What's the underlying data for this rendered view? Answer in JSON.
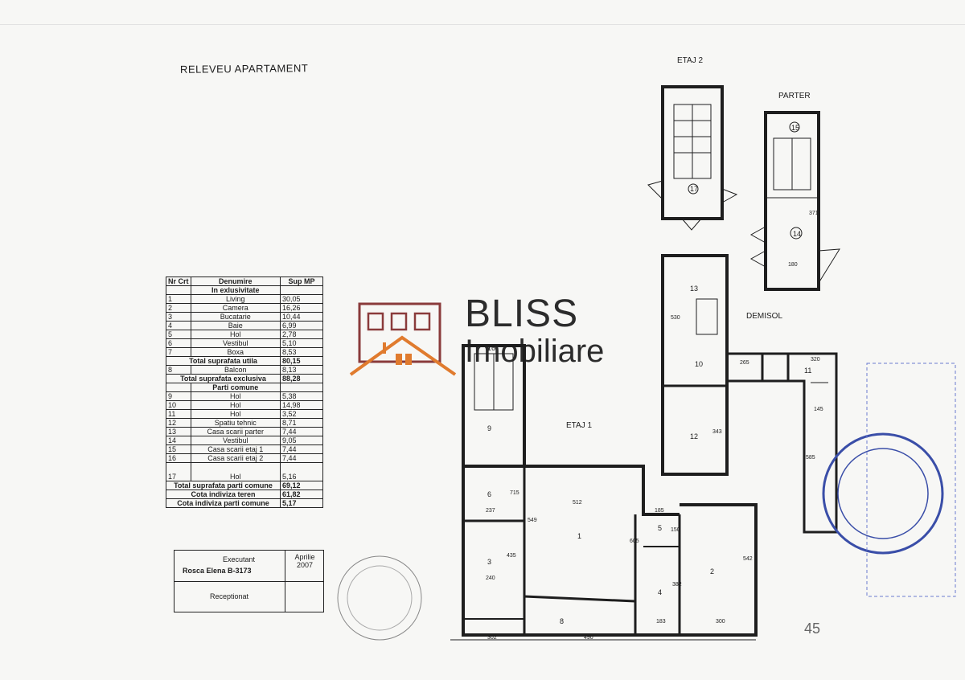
{
  "title": "RELEVEU APARTAMENT",
  "table": {
    "headers": [
      "Nr Crt",
      "Denumire",
      "Sup MP"
    ],
    "section_exclusive": "In exlusivitate",
    "exclusive_rows": [
      {
        "nr": "1",
        "name": "Living",
        "area": "30,05"
      },
      {
        "nr": "2",
        "name": "Camera",
        "area": "16,26"
      },
      {
        "nr": "3",
        "name": "Bucatarie",
        "area": "10,44"
      },
      {
        "nr": "4",
        "name": "Baie",
        "area": "6,99"
      },
      {
        "nr": "5",
        "name": "Hol",
        "area": "2,78"
      },
      {
        "nr": "6",
        "name": "Vestibul",
        "area": "5,10"
      },
      {
        "nr": "7",
        "name": "Boxa",
        "area": "8,53"
      }
    ],
    "total_useful_label": "Total suprafata utila",
    "total_useful_value": "80,15",
    "balcony_row": {
      "nr": "8",
      "name": "Balcon",
      "area": "8,13"
    },
    "total_exclusive_label": "Total suprafata exclusiva",
    "total_exclusive_value": "88,28",
    "section_common": "Parti comune",
    "common_rows": [
      {
        "nr": "9",
        "name": "Hol",
        "area": "5,38"
      },
      {
        "nr": "10",
        "name": "Hol",
        "area": "14,98"
      },
      {
        "nr": "11",
        "name": "Hol",
        "area": "3,52"
      },
      {
        "nr": "12",
        "name": "Spatiu tehnic",
        "area": "8,71"
      },
      {
        "nr": "13",
        "name": "Casa scarii parter",
        "area": "7,44"
      },
      {
        "nr": "14",
        "name": "Vestibul",
        "area": "9,05"
      },
      {
        "nr": "15",
        "name": "Casa scarii etaj 1",
        "area": "7,44"
      },
      {
        "nr": "16",
        "name": "Casa scarii etaj 2",
        "area": "7,44"
      },
      {
        "nr": "17",
        "name": "Hol",
        "area": "5,16"
      }
    ],
    "total_common_label": "Total suprafata parti comune",
    "total_common_value": "69,12",
    "quota_land_label": "Cota indiviza teren",
    "quota_land_value": "61,82",
    "quota_common_label": "Cota indiviza parti comune",
    "quota_common_value": "5,17"
  },
  "signature": {
    "executant_label": "Executant",
    "executant_name": "Rosca Elena  B-3173",
    "date": "Aprilie 2007",
    "received_label": "Receptionat"
  },
  "logo": {
    "name": "BLISS",
    "subtitle": "Imobiliare",
    "color": "#8a3b3b",
    "accent": "#e07b2e"
  },
  "plan": {
    "floor_2": "ETAJ 2",
    "ground": "PARTER",
    "basement": "DEMISOL",
    "floor_1": "ETAJ 1",
    "rooms": [
      "1",
      "2",
      "3",
      "4",
      "5",
      "6",
      "8",
      "9",
      "10",
      "11",
      "12",
      "13",
      "14",
      "15",
      "16",
      "17"
    ],
    "dims": {
      "d512": "512",
      "d549": "549",
      "d605": "605",
      "d185": "185",
      "d150": "150",
      "d542": "542",
      "d382": "382",
      "d300": "300",
      "d183": "183",
      "d435": "435",
      "d240": "240",
      "d237": "237",
      "d715": "715",
      "d302": "302",
      "d490": "490",
      "d530": "530",
      "d343": "343",
      "d320": "320",
      "d145": "145",
      "d585": "585",
      "d371": "371",
      "d180": "180",
      "d265": "265"
    }
  },
  "page_number": "45"
}
